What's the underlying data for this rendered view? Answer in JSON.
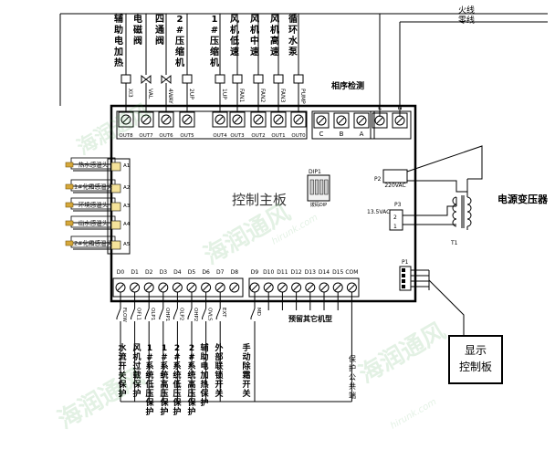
{
  "power": {
    "live": "火线",
    "neutral": "零线"
  },
  "outputs": [
    {
      "label": "辅助电加热",
      "code": "XI3"
    },
    {
      "label": "电磁阀",
      "code": "VAL"
    },
    {
      "label": "四通阀",
      "code": "4WAY"
    },
    {
      "label": "2#压缩机",
      "code": "2UP"
    },
    {
      "label": "1#压缩机",
      "code": "1UP"
    },
    {
      "label": "风机低速",
      "code": "FAN1"
    },
    {
      "label": "风机中速",
      "code": "FAN2"
    },
    {
      "label": "风机高速",
      "code": "FAN3"
    },
    {
      "label": "循环水泵",
      "code": "PUMP"
    }
  ],
  "out_terminals": [
    "OUT8",
    "OUT7",
    "OUT6",
    "OUT5",
    "OUT4",
    "OUT3",
    "OUT2",
    "OUT1",
    "OUT0"
  ],
  "phase": {
    "label": "相序检测",
    "terminals": [
      "C",
      "B",
      "A"
    ]
  },
  "ln_terminals": [
    "L",
    "N"
  ],
  "main_board": "控制主板",
  "dip": {
    "name": "DIP1",
    "sub": "拨码DIP"
  },
  "p2": {
    "name": "P2",
    "value": "220VAC"
  },
  "p3": {
    "name": "P3",
    "value": "13.5VAC",
    "pins": [
      "2",
      "1"
    ]
  },
  "transformer": {
    "title": "电源变压器",
    "name": "T1"
  },
  "p1": {
    "name": "P1"
  },
  "sensors": [
    {
      "label": "热水感温头",
      "pin": "A1"
    },
    {
      "label": "1#化霜感温头",
      "pin": "A2"
    },
    {
      "label": "环境感温头",
      "pin": "A3"
    },
    {
      "label": "出水感温头",
      "pin": "A4"
    },
    {
      "label": "2#化霜感温头",
      "pin": "A5"
    }
  ],
  "inputs": [
    "D0",
    "D1",
    "D2",
    "D3",
    "D4",
    "D5",
    "D6",
    "D7",
    "D8",
    "D9",
    "D10",
    "D11",
    "D12",
    "D13",
    "D14",
    "D15",
    "COM"
  ],
  "input_devices": [
    {
      "code": "FLOW",
      "label": "水流开关保护"
    },
    {
      "code": "OFL1",
      "label": "风机过载保护"
    },
    {
      "code": "OLP1",
      "label": "1#系统低压保护"
    },
    {
      "code": "OHP1",
      "label": "1#系统高压保护"
    },
    {
      "code": "OLP2",
      "label": "2#系统低压保护"
    },
    {
      "code": "OHP2",
      "label": "2#系统高压保护"
    },
    {
      "code": "OVLS",
      "label": "辅助电加热保护"
    },
    {
      "code": "EXT",
      "label": "外部联锁开关"
    },
    {
      "code": "MD",
      "label": "手动除霜开关"
    }
  ],
  "reserved": "预留其它机型",
  "common": "保护公共端",
  "display": {
    "line1": "显示",
    "line2": "控制板"
  },
  "watermark": {
    "text": "海润通风",
    "url": "hirunk.com"
  }
}
